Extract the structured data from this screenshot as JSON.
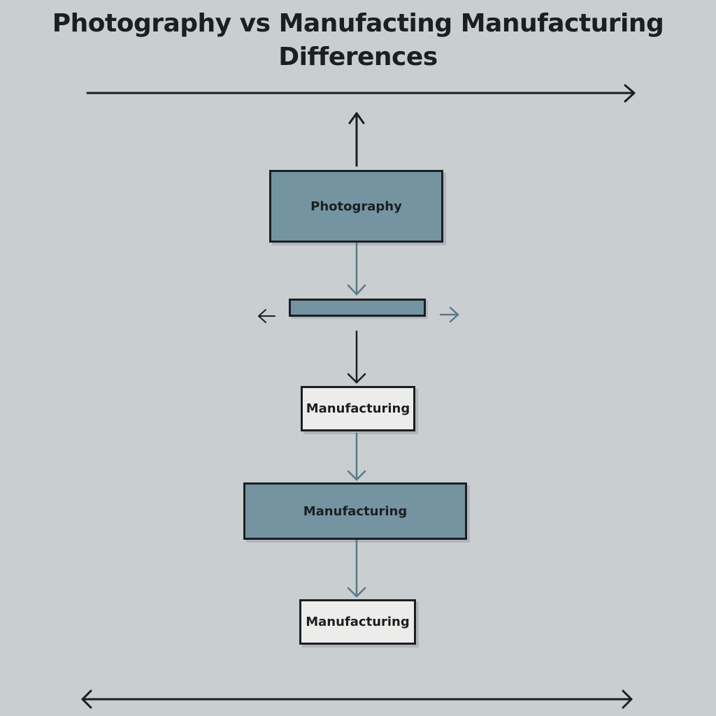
{
  "title": {
    "line1": "Photography vs Manufacting Manufacturing",
    "line2": "Differences"
  },
  "nodes": {
    "photography": "Photography",
    "manufacturing_1": "Manufacturing",
    "manufacturing_2": "Manufacturing",
    "manufacturing_3": "Manufacturing"
  },
  "colors": {
    "background": "#c9ced1",
    "box_fill": "#7594a1",
    "box_outline_fill": "#ecedea",
    "stroke_dark": "#1b1f22",
    "stroke_blue": "#5b7a88"
  }
}
